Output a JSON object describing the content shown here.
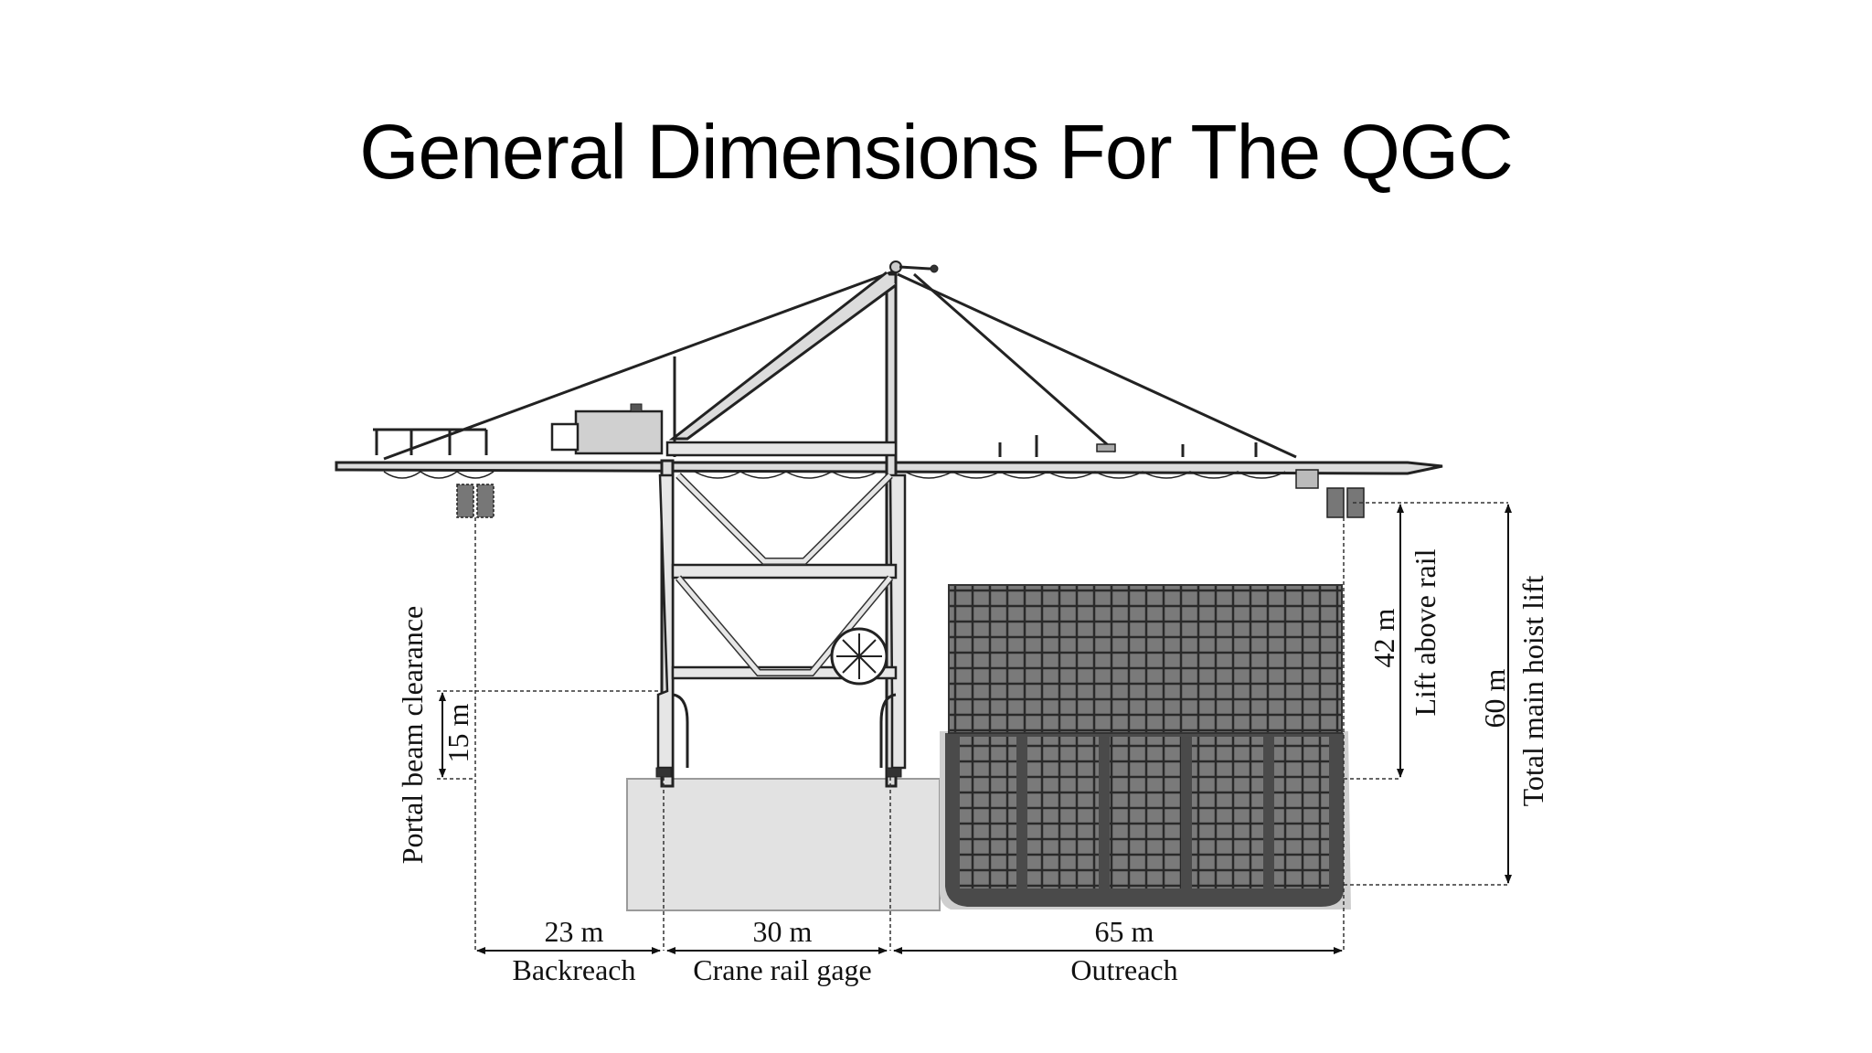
{
  "slide": {
    "title": "General Dimensions For The QGC"
  },
  "diagram": {
    "dimensions": [
      {
        "id": "portal",
        "label": "Portal beam clearance",
        "value": "15 m"
      },
      {
        "id": "backreach",
        "label": "Backreach",
        "value": "23 m"
      },
      {
        "id": "gage",
        "label": "Crane rail gage",
        "value": "30 m"
      },
      {
        "id": "outreach",
        "label": "Outreach",
        "value": "65 m"
      },
      {
        "id": "lift",
        "label": "Lift above rail",
        "value": "42 m"
      },
      {
        "id": "total",
        "label": "Total main hoist lift",
        "value": "60 m"
      }
    ]
  }
}
